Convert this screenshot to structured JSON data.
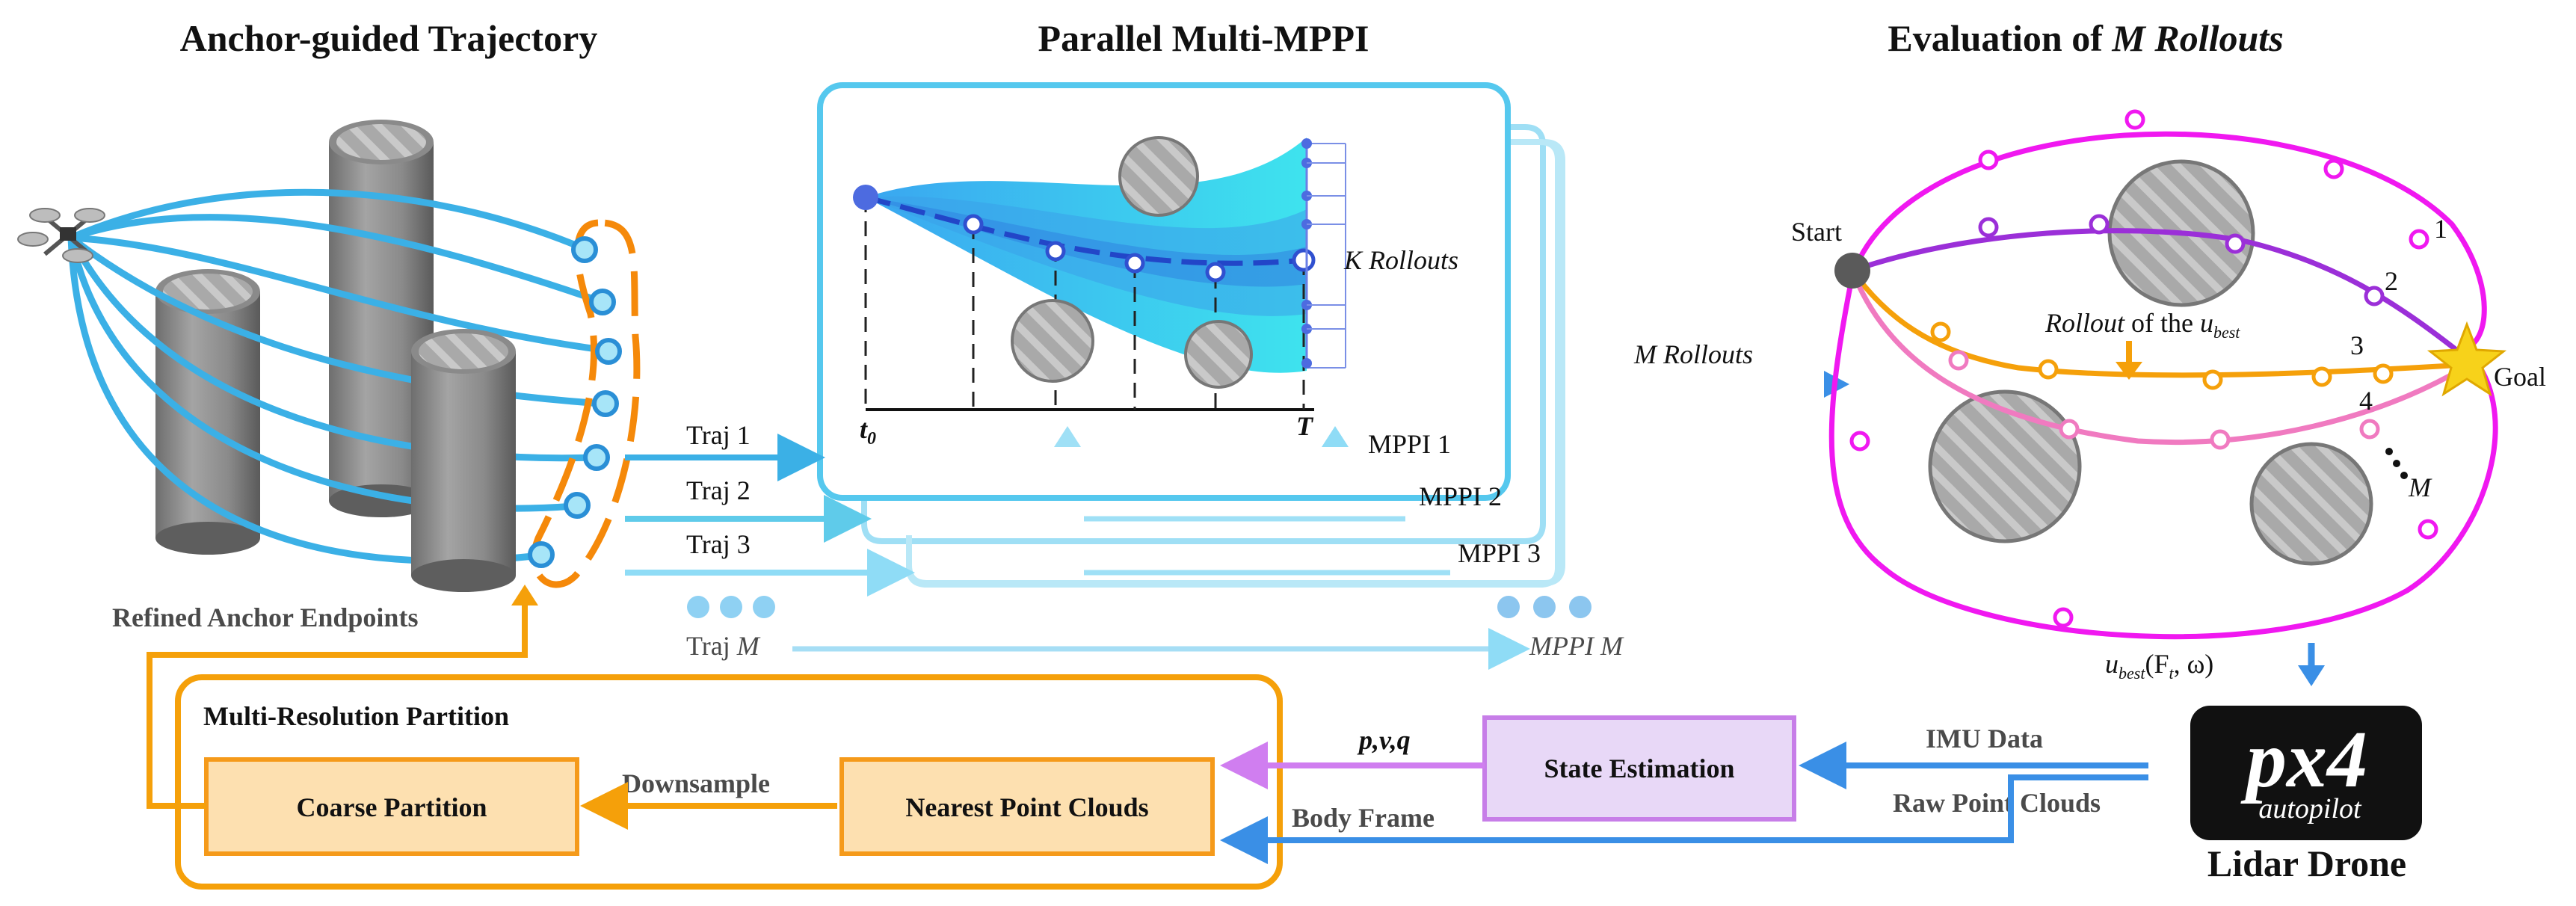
{
  "titles": {
    "left": "Anchor-guided  Trajectory",
    "center": "Parallel Multi-MPPI",
    "right_prefix": "Evaluation of ",
    "right_italic": "M Rollouts"
  },
  "left_panel": {
    "endpoints_label": "Refined Anchor Endpoints"
  },
  "trajectories": [
    "Traj 1",
    "Traj 2",
    "Traj 3"
  ],
  "traj_m": {
    "prefix": "Traj ",
    "italic": "M"
  },
  "mppi": {
    "instances": [
      "MPPI 1",
      "MPPI 2",
      "MPPI 3"
    ],
    "last": "MPPI M",
    "k_rollouts": "K Rollouts",
    "t0": "t",
    "t0_sub": "0",
    "t_end": "T"
  },
  "evaluation": {
    "m_rollouts_arrow": "M Rollouts",
    "start": "Start",
    "goal": "Goal",
    "rollout_text": "Rollout",
    "rollout_rest": " of the ",
    "u_best": "u",
    "u_best_sub": "best",
    "numbers": [
      "1",
      "2",
      "3",
      "4"
    ],
    "m_label": "M",
    "control_output": "(F",
    "control_output_sub": "t",
    "control_output_rest": ", ω)"
  },
  "partition": {
    "title": "Multi-Resolution Partition",
    "coarse": "Coarse Partition",
    "downsample": "Downsample",
    "nearest": "Nearest Point Clouds"
  },
  "state": {
    "box": "State Estimation",
    "pvq": "p,v,q",
    "imu": "IMU Data",
    "raw": "Raw Point Clouds",
    "body_frame": "Body Frame"
  },
  "drone": {
    "logo_main": "px4",
    "logo_sub": "autopilot",
    "caption": "Lidar Drone"
  },
  "colors": {
    "blue_traj": "#3bb0e6",
    "orange": "#f5a00a",
    "magenta": "#f018f0",
    "purple": "#9b2fd8",
    "pink": "#f07ac0",
    "mppi_frame": "#55c8ee",
    "state_box": "#e8d8f7",
    "partition_box": "#fde0b0"
  }
}
